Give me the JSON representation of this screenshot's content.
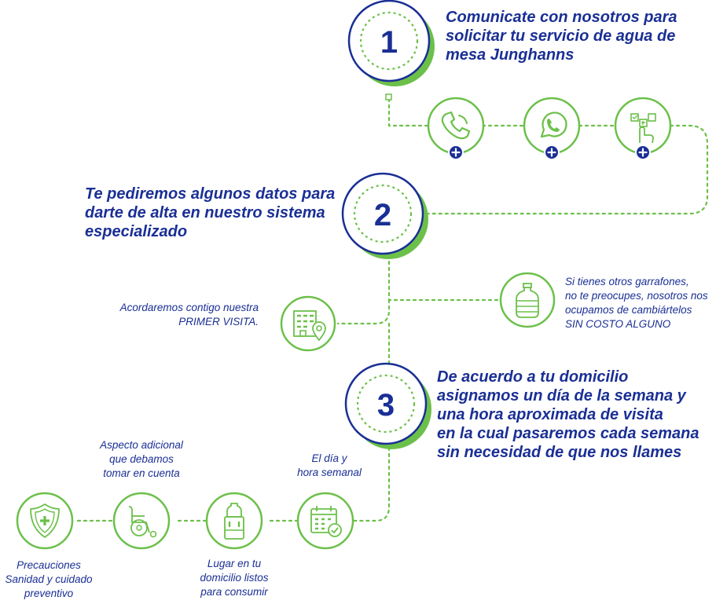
{
  "colors": {
    "accent": "#1a2f95",
    "green": "#6cc04a",
    "plus": "#1a2f95"
  },
  "steps": [
    {
      "number": "1",
      "lines": [
        "Comunicate con nosotros para",
        "solicitar tu servicio de agua de",
        "mesa Junghanns"
      ]
    },
    {
      "number": "2",
      "lines": [
        "Te pediremos algunos datos para",
        "darte de alta en nuestro sistema",
        "especializado"
      ]
    },
    {
      "number": "3",
      "lines": [
        "De acuerdo a tu domicilio",
        "asignamos un día de la semana y",
        "una hora aproximada de visita",
        "en la cual pasaremos cada semana",
        "sin necesidad de que nos llames"
      ]
    }
  ],
  "contact_icons": [
    {
      "icon": "phone-icon"
    },
    {
      "icon": "whatsapp-icon"
    },
    {
      "icon": "online-form-icon"
    }
  ],
  "notes": {
    "visit": [
      "Acordaremos contigo nuestra",
      "PRIMER VISITA."
    ],
    "bottles": [
      "Si tienes otros garrafones,",
      "no te preocupes, nosotros nos",
      "ocupamos de cambiártelos",
      "SIN COSTO ALGUNO"
    ],
    "day_hour": [
      "El día y",
      "hora semanal"
    ],
    "accessibility": [
      "Aspecto adicional",
      "que debamos",
      "tomar en cuenta"
    ],
    "location": [
      "Lugar en tu",
      "domicilio listos",
      "para consumir"
    ],
    "precautions": [
      "Precauciones",
      "Sanidad y cuidado",
      "preventivo"
    ]
  }
}
